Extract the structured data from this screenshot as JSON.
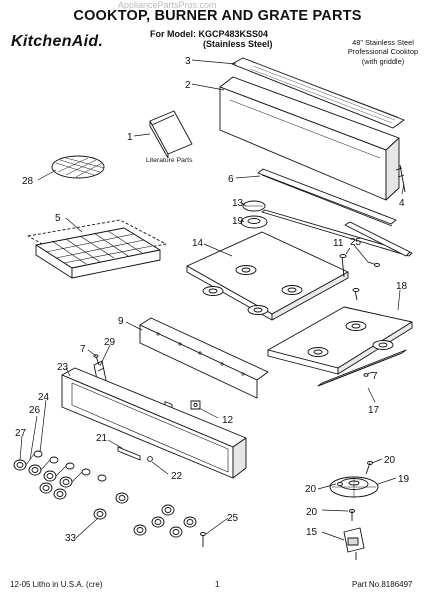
{
  "watermark": "AppliancePartsPros.com",
  "title": "COOKTOP, BURNER AND GRATE PARTS",
  "model_line": "For Model: KGCP483KSS04",
  "model_finish": "(Stainless Steel)",
  "brand": "KitchenAid.",
  "description": [
    "48\" Stainless Steel",
    "Professional Cooktop",
    "(with griddle)"
  ],
  "literature_label": "Literature Parts",
  "footer": {
    "litho": "12-05 Litho in U.S.A. (cre)",
    "page": "1",
    "part_no": "Part No.8186497"
  },
  "callouts": {
    "c1": "1",
    "c2": "2",
    "c3": "3",
    "c4": "4",
    "c5": "5",
    "c6": "6",
    "c7a": "7",
    "c7b": "7",
    "c9": "9",
    "c11": "11",
    "c12": "12",
    "c13": "13",
    "c14": "14",
    "c15": "15",
    "c17": "17",
    "c18": "18",
    "c19a": "19",
    "c19b": "19",
    "c20a": "20",
    "c20b": "20",
    "c20c": "20",
    "c21": "21",
    "c22": "22",
    "c23": "23",
    "c24": "24",
    "c25a": "25",
    "c25b": "25",
    "c26": "26",
    "c27": "27",
    "c28": "28",
    "c29": "29",
    "c33": "33"
  },
  "colors": {
    "ink": "#111111",
    "fill": "#ffffff",
    "shade": "#d8d8d8"
  }
}
